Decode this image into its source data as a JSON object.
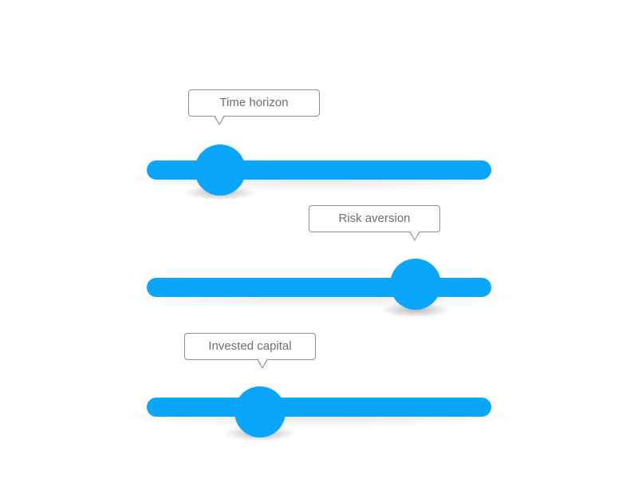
{
  "colors": {
    "accent": "#0aa6fb",
    "tooltip_border": "#8f8f8f",
    "tooltip_text": "#6f6f6f",
    "background": "#ffffff"
  },
  "sliders": [
    {
      "label": "Time horizon",
      "value": 0.21
    },
    {
      "label": "Risk aversion",
      "value": 0.79
    },
    {
      "label": "Invested capital",
      "value": 0.33
    }
  ]
}
